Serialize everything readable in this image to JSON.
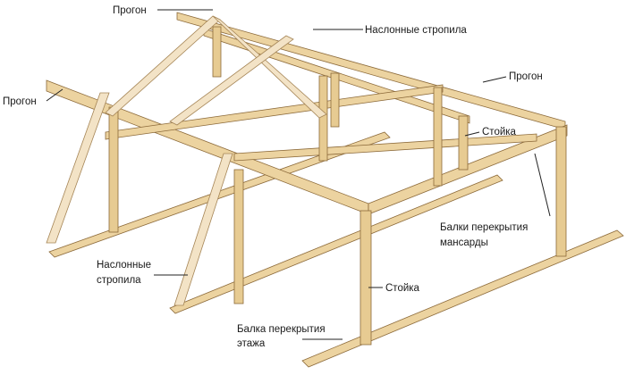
{
  "labels": {
    "purlin_top": "Прогон",
    "rafters_top": "Наслонные стропила",
    "purlin_right": "Прогон",
    "purlin_left": "Прогон",
    "post_right_upper": "Стойка",
    "attic_beams_line1": "Балки перекрытия",
    "attic_beams_line2": "мансарды",
    "rafters_left_line1": "Наслонные",
    "rafters_left_line2": "стропила",
    "post_lower": "Стойка",
    "floor_beam_line1": "Балка перекрытия",
    "floor_beam_line2": "этажа"
  },
  "colors": {
    "wood_light": "#ecd3a0",
    "wood_side": "#d8b77c",
    "rafter": "#f3e3c6",
    "edge": "#8c6a3a"
  }
}
